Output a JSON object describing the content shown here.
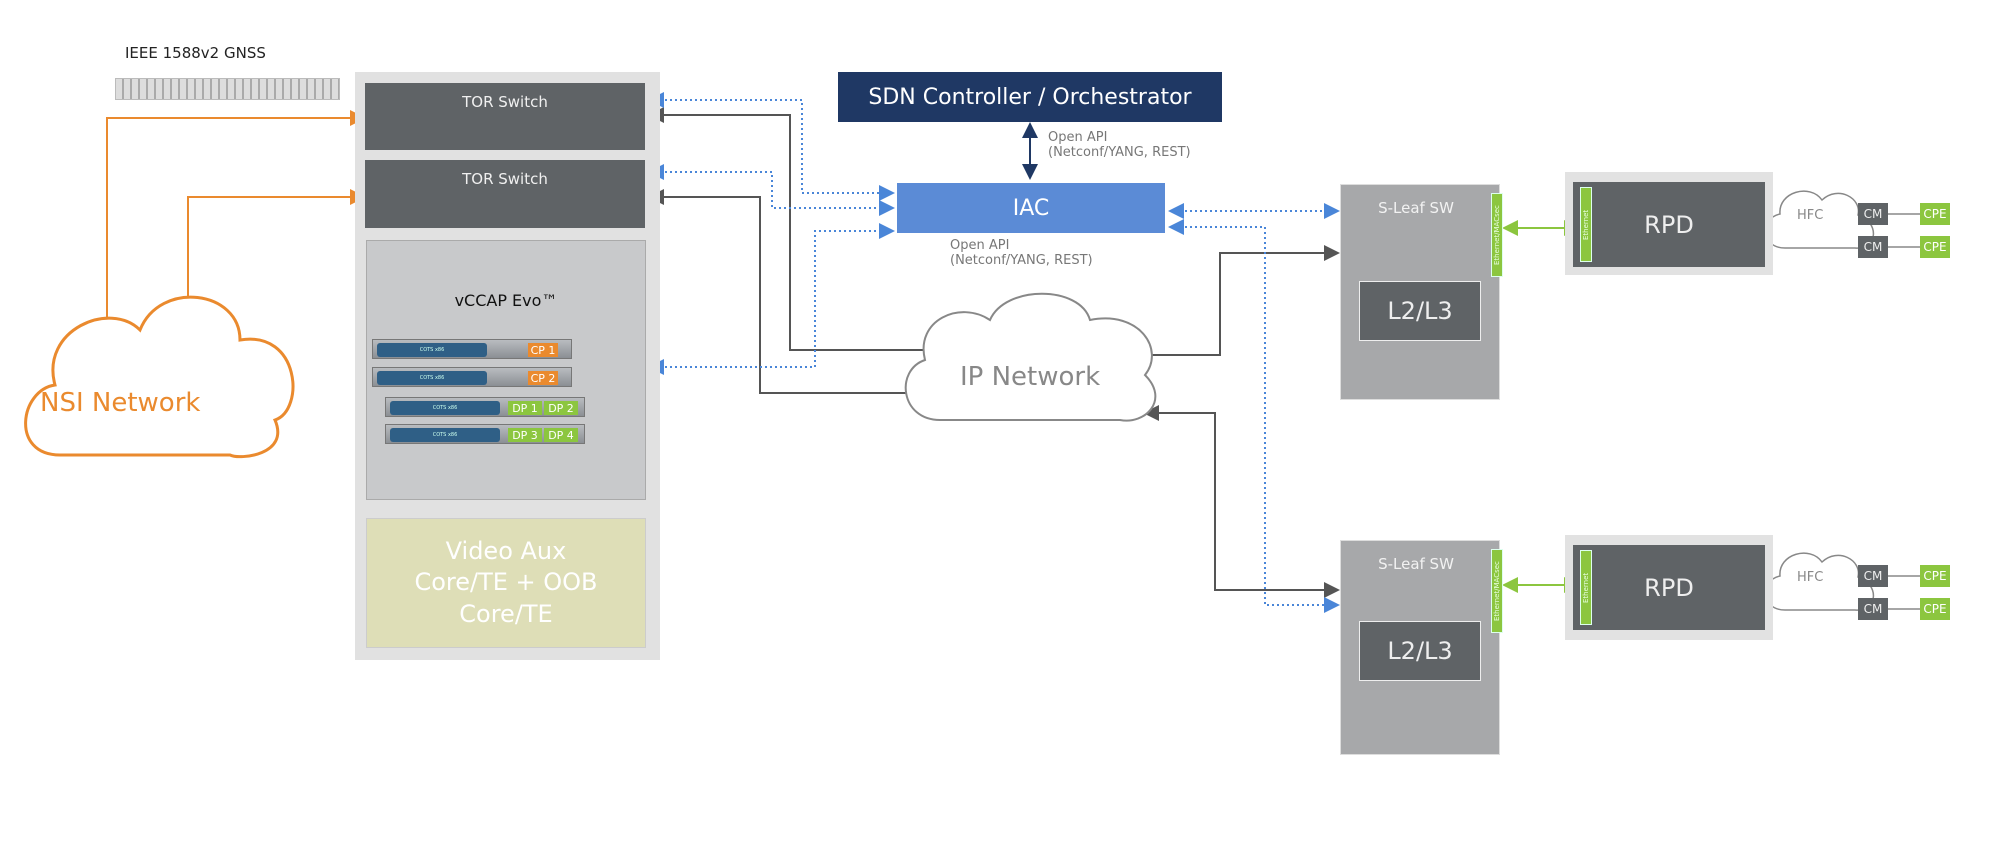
{
  "gnss": {
    "label": "IEEE 1588v2 GNSS"
  },
  "tor": [
    "TOR Switch",
    "TOR Switch"
  ],
  "vccap": {
    "title": "vCCAP Evo™",
    "servers": [
      {
        "label": "COTS x86",
        "ports": [
          "CP 1"
        ]
      },
      {
        "label": "COTS x86",
        "ports": [
          "CP 2"
        ]
      },
      {
        "label": "COTS x86",
        "ports": [
          "DP 1",
          "DP 2"
        ]
      },
      {
        "label": "COTS x86",
        "ports": [
          "DP 3",
          "DP 4"
        ]
      }
    ]
  },
  "video_aux": "Video Aux Core/TE + OOB Core/TE",
  "sdn": "SDN Controller / Orchestrator",
  "open_api_top": [
    "Open API",
    "(Netconf/YANG, REST)"
  ],
  "iac": "IAC",
  "open_api_bottom": [
    "Open API",
    "(Netconf/YANG, REST)"
  ],
  "ip_network": "IP Network",
  "nsi_network": "NSI Network",
  "sites": [
    {
      "leaf": "S-Leaf SW",
      "l23": "L2/L3",
      "leaf_port": "Ethernet/MACsec",
      "rpd": "RPD",
      "rpd_port": "Ethernet",
      "hfc": "HFC",
      "cm": [
        "CM",
        "CM"
      ],
      "cpe": [
        "CPE",
        "CPE"
      ]
    },
    {
      "leaf": "S-Leaf SW",
      "l23": "L2/L3",
      "leaf_port": "Ethernet/MACsec",
      "rpd": "RPD",
      "rpd_port": "Ethernet",
      "hfc": "HFC",
      "cm": [
        "CM",
        "CM"
      ],
      "cpe": [
        "CPE",
        "CPE"
      ]
    }
  ],
  "colors": {
    "orange": "#ea8a2e",
    "blue": "#4a86d8",
    "navy": "#1f3864",
    "green": "#8cc63f",
    "dark": "#5f6366"
  }
}
